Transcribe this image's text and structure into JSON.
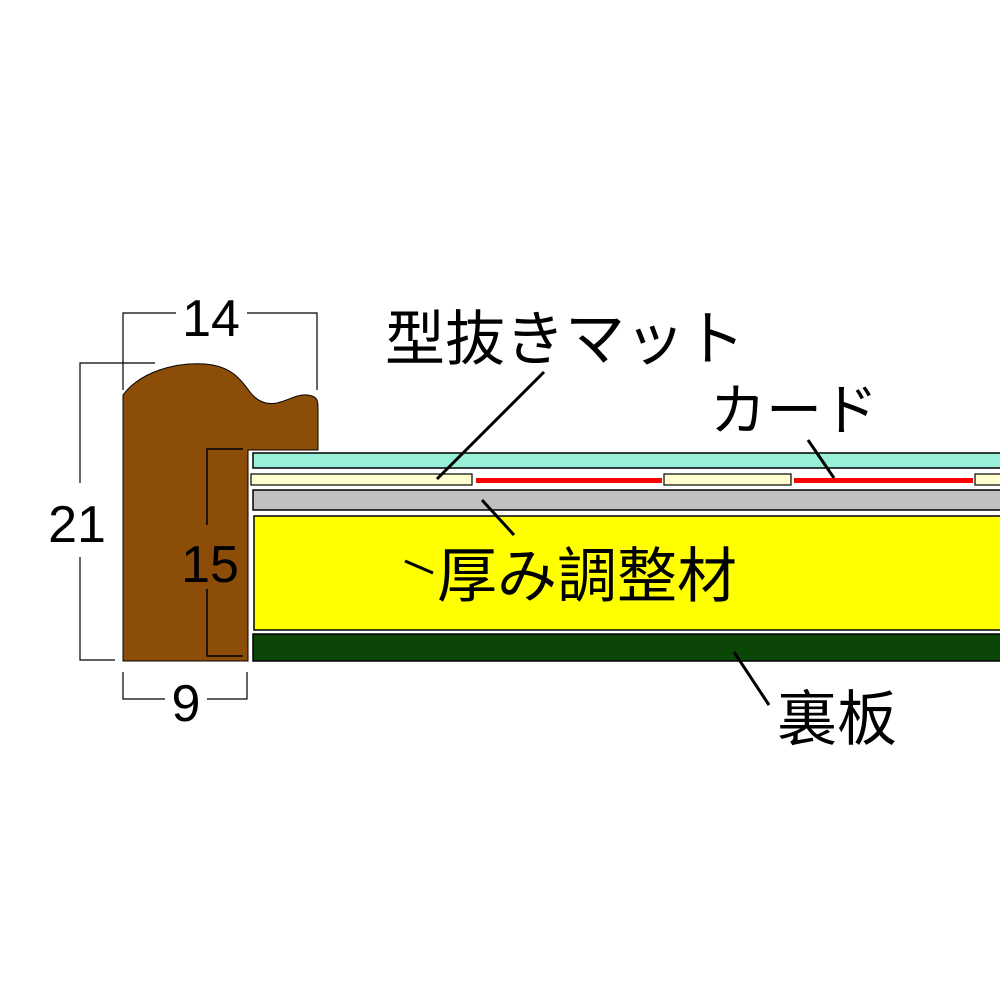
{
  "diagram": {
    "title": "Frame cross-section",
    "colors": {
      "frame": "#8B4D08",
      "glazing": "#98F0D8",
      "mat": "#FFFFD0",
      "card": "#FF0000",
      "spacer_gray": "#C0C0C0",
      "spacer_yellow": "#FFFF00",
      "backboard": "#0C4606",
      "line": "#000000"
    },
    "dimensions": {
      "width_top": "14",
      "height_total": "21",
      "rabbet_depth": "15",
      "width_bottom": "9"
    },
    "labels": {
      "mat": "型抜きマット",
      "card": "カード",
      "spacer": "厚み調整材",
      "backboard": "裏板"
    }
  }
}
